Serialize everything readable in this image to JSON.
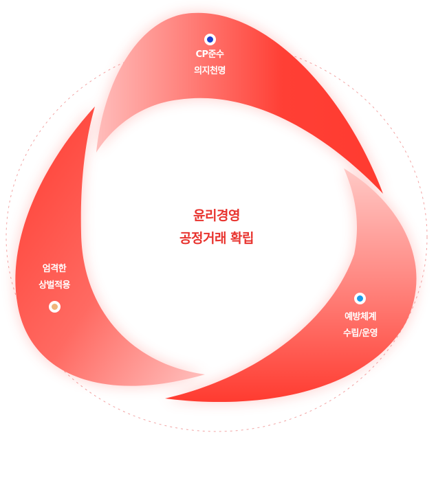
{
  "center": {
    "line1": "윤리경영",
    "line2": "공정거래 확립"
  },
  "segments": [
    {
      "line1": "CP준수",
      "line2": "의지천명",
      "dot_color": "#1d3fcc"
    },
    {
      "line1": "예방체계",
      "line2": "수립/운영",
      "dot_color": "#1a9be8"
    },
    {
      "line1": "엄격한",
      "line2": "상벌적용",
      "dot_color": "#f0b47a"
    }
  ],
  "colors": {
    "red": "#ff3b30",
    "light": "#ffc2c0",
    "text": "#e8332e"
  }
}
